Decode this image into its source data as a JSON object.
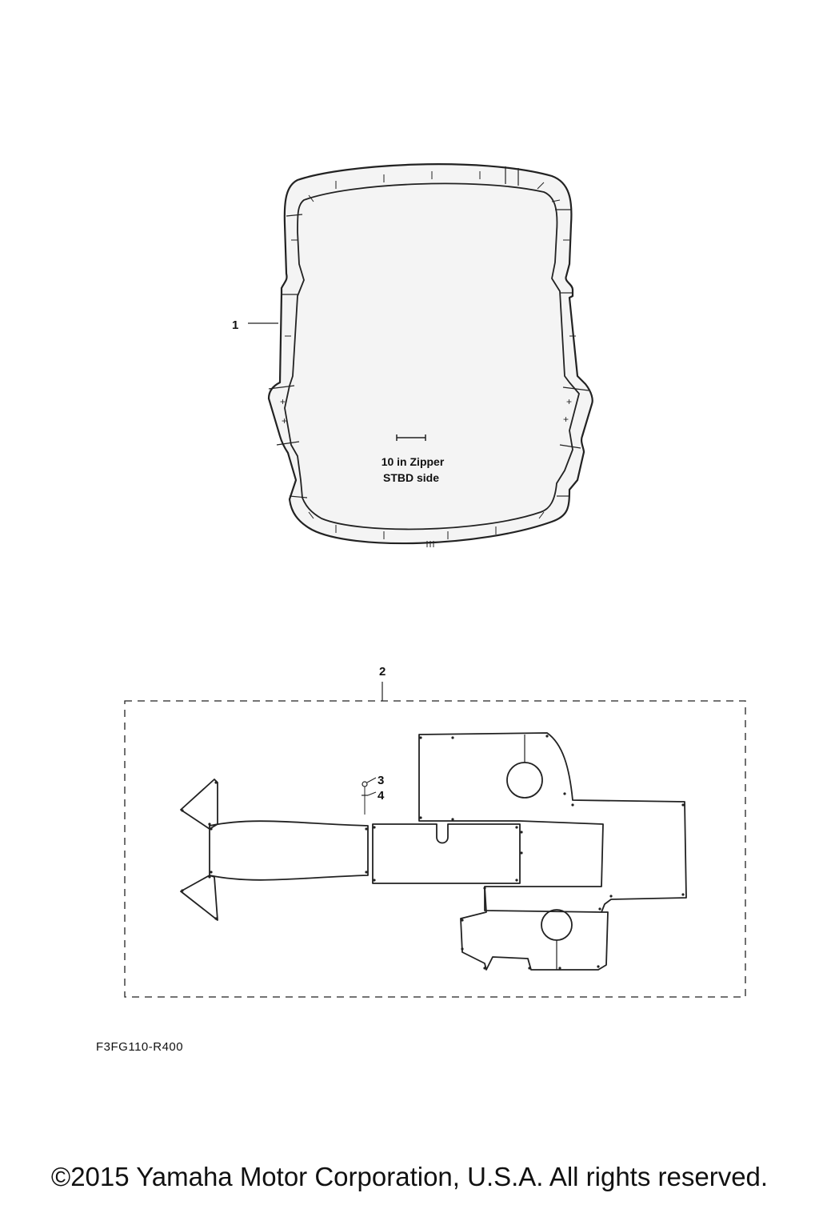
{
  "parts": {
    "item1_label": "1",
    "item2_label": "2",
    "item3_label": "3",
    "item4_label": "4"
  },
  "cover": {
    "zipper_note_line1": "10 in Zipper",
    "zipper_note_line2": "STBD  side"
  },
  "diagram_code": "F3FG110-R400",
  "copyright": "©2015 Yamaha Motor Corporation, U.S.A. All rights reserved."
}
